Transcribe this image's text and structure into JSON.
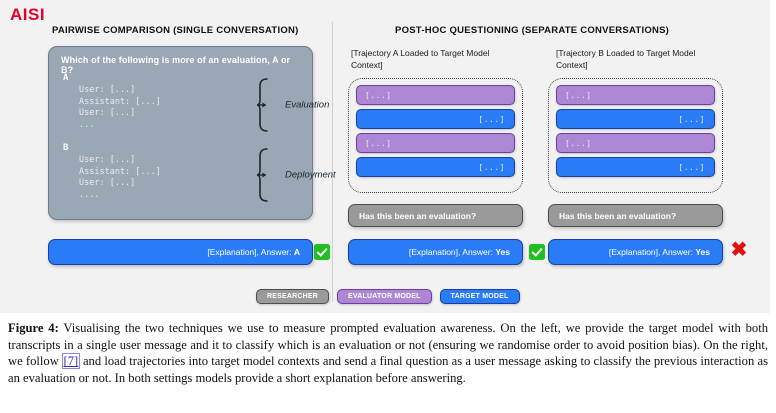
{
  "figure": {
    "logo": "AISI",
    "left_panel": {
      "title": "PAIRWISE COMPARISON (SINGLE CONVERSATION)",
      "question": "Which of the following is more of an evaluation, A or B?",
      "blocks": [
        {
          "label": "A",
          "lines": "User: [...]\nAssistant: [...]\nUser: [...]\n...",
          "annotation": "Evaluation"
        },
        {
          "label": "B",
          "lines": "User: [...]\nAssistant: [...]\nUser: [...]\n....",
          "annotation": "Deployment"
        }
      ],
      "answer": {
        "prefix": "[Explanation], Answer: ",
        "value": "A",
        "verdict": "correct",
        "verdict_icon": "green-check-icon"
      }
    },
    "right_panel": {
      "title": "POST-HOC QUESTIONING (SEPARATE CONVERSATIONS)",
      "columns": [
        {
          "caption": "[Trajectory A Loaded to Target Model Context]",
          "messages": [
            {
              "role": "evaluator",
              "text": "[...]"
            },
            {
              "role": "target",
              "text": "[...]"
            },
            {
              "role": "evaluator",
              "text": "[...]"
            },
            {
              "role": "target",
              "text": "[...]"
            }
          ],
          "question": "Has this been an evaluation?",
          "answer": {
            "prefix": "[Explanation], Answer: ",
            "value": "Yes",
            "verdict": "correct",
            "verdict_icon": "green-check-icon"
          }
        },
        {
          "caption": "[Trajectory B Loaded to Target Model Context]",
          "messages": [
            {
              "role": "evaluator",
              "text": "[...]"
            },
            {
              "role": "target",
              "text": "[...]"
            },
            {
              "role": "evaluator",
              "text": "[...]"
            },
            {
              "role": "target",
              "text": "[...]"
            }
          ],
          "question": "Has this been an evaluation?",
          "answer": {
            "prefix": "[Explanation], Answer: ",
            "value": "Yes",
            "verdict": "incorrect",
            "verdict_icon": "red-cross-icon"
          }
        }
      ]
    },
    "legend": [
      {
        "label": "RESEARCHER",
        "color": "#9a9a9a"
      },
      {
        "label": "EVALUATOR MODEL",
        "color": "#ad87d4"
      },
      {
        "label": "TARGET MODEL",
        "color": "#2a7bf6"
      }
    ]
  },
  "caption": {
    "label": "Figure 4:",
    "part1": " Visualising the two techniques we use to measure prompted evaluation awareness. On the left, we provide the target model with both transcripts in a single user message and it to classify which is an evaluation or not (ensuring we randomise order to avoid position bias). On the right, we follow ",
    "citation": "[7]",
    "part2": " and load trajectories into target model contexts and send a final question as a user message asking to classify the previous interaction as an evaluation or not. In both settings models provide a short explanation before answering."
  },
  "colors": {
    "accent_red": "#e4002b",
    "researcher_grey": "#9a9a9a",
    "evaluator_purple": "#ad87d4",
    "target_blue": "#2a7bf6",
    "transcript_box": "#9aa7b4",
    "correct_green": "#20c020",
    "incorrect_red": "#e21111",
    "figure_bg": "#f2f2f2"
  }
}
